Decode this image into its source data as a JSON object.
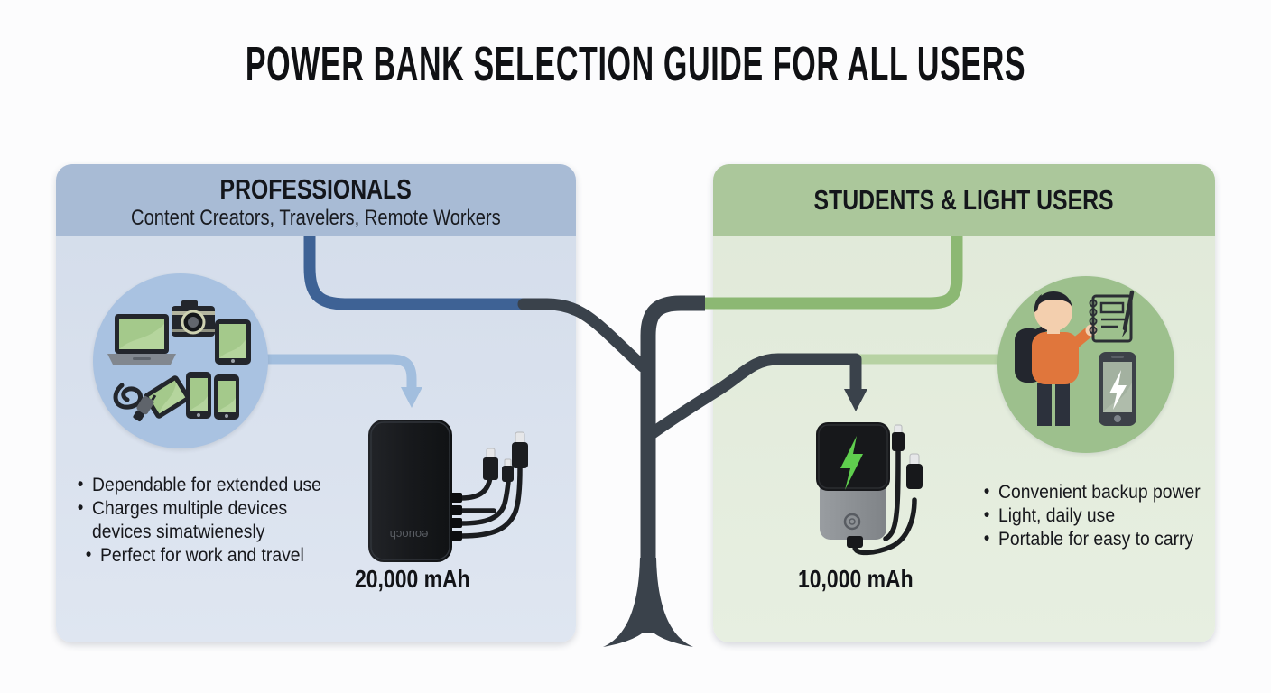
{
  "title": "POWER BANK SELECTION GUIDE FOR ALL USERS",
  "panels": {
    "professionals": {
      "header": "PROFESSIONALS",
      "subheader": "Content Creators, Travelers, Remote Workers",
      "bullets": [
        "Dependable for extended use",
        "Charges multiple devices\ndevices simatwienesly",
        "Perfect for work and travel"
      ],
      "capacity_label": "20,000 mAh",
      "brand_text": "eouoch",
      "header_color": "#a8bbd5",
      "body_color": "#dce4f0",
      "circle_color": "#a9c2e1",
      "line_color": "#3e6295",
      "arrow_color": "#a2bede",
      "icons": [
        "laptop-icon",
        "camera-icon",
        "tablet-icon",
        "smartphone-icon",
        "smartphone-icon",
        "charging-cable-icon",
        "down-arrow-icon",
        "power-bank-icon"
      ]
    },
    "students": {
      "header": "STUDENTS & LIGHT USERS",
      "bullets": [
        "Convenient backup power",
        "Light, daily use",
        "Portable for easy to carry"
      ],
      "capacity_label": "10,000 mAh",
      "header_color": "#abc79b",
      "body_color": "#e4ecdd",
      "circle_color": "#9dc08d",
      "line_color": "#8cb873",
      "arrow_color": "#3a424b",
      "icons": [
        "student-icon",
        "backpack-icon",
        "notebook-icon",
        "pen-icon",
        "smartphone-charging-icon",
        "lightning-bolt-icon",
        "down-arrow-icon",
        "power-bank-icon"
      ]
    }
  },
  "connector": {
    "tree_color": "#3a424b",
    "blue_line": "#3e6295",
    "light_blue_line": "#a2bede",
    "green_line": "#8cb873",
    "light_green_line": "#b7d2a3"
  },
  "colors": {
    "bank_black": "#1a1c1f",
    "bank_gray": "#8e9296",
    "bolt_green": "#5fce4e",
    "screen_green": "#a4c98b",
    "shirt_orange": "#e0763c",
    "skin": "#f3cfae",
    "title_text": "#101114"
  }
}
